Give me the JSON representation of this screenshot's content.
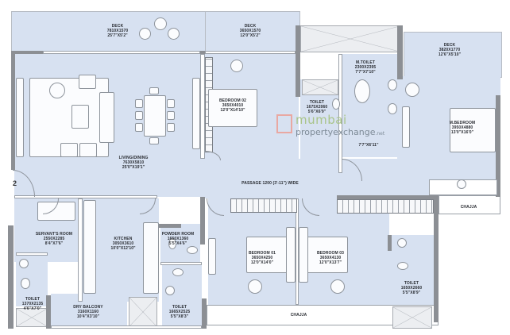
{
  "plan": {
    "marker": "2",
    "watermark": {
      "line1": "mumbai",
      "line2": "propertyexchange",
      "suffix": ".net",
      "accent_color": "#e9a8a2",
      "green": "#a9c48a"
    },
    "rooms": {
      "deck_left": {
        "name": "DECK",
        "metric": "7810X1570",
        "imperial": "25'7\"X5'2\""
      },
      "deck_mid": {
        "name": "DECK",
        "metric": "3650X1570",
        "imperial": "12'0\"X5'2\""
      },
      "deck_right": {
        "name": "DECK",
        "metric": "3820X1770",
        "imperial": "12'6\"X5'10\""
      },
      "living": {
        "name": "LIVING/DINING",
        "metric": "7630X5810",
        "imperial": "25'0\"X19'1\""
      },
      "bedroom2": {
        "name": "BEDROOM 02",
        "metric": "3650X4010",
        "imperial": "12'0\"X14'10\""
      },
      "toilet_top": {
        "name": "TOILET",
        "metric": "1675X2060",
        "imperial": "5'6\"X6'9\""
      },
      "mtoilet": {
        "name": "M.TOILET",
        "metric": "2300X2395",
        "imperial": "7'7\"X7'10\""
      },
      "dress": {
        "name": "",
        "metric": "",
        "imperial": "7'7\"X6'11\""
      },
      "mbedroom": {
        "name": "M.BEDROOM",
        "metric": "3950X4880",
        "imperial": "13'0\"X16'0\""
      },
      "passage": {
        "name": "PASSAGE 1200 (3'-11\") WIDE"
      },
      "servants": {
        "name": "SERVANT'S ROOM",
        "metric": "2550X2285",
        "imperial": "8'4\"X7'6\""
      },
      "kitchen": {
        "name": "KITCHEN",
        "metric": "3050X3610",
        "imperial": "10'0\"X12'10\""
      },
      "powder": {
        "name": "POWDER ROOM",
        "metric": "1650X1360",
        "imperial": "5'5\"X4'6\""
      },
      "bedroom1": {
        "name": "BEDROOM 01",
        "metric": "3650X4250",
        "imperial": "12'0\"X14'0\""
      },
      "bedroom3": {
        "name": "BEDROOM 03",
        "metric": "3650X4130",
        "imperial": "12'0\"X13'7\""
      },
      "toilet_sv": {
        "name": "TOILET",
        "metric": "1370X2135",
        "imperial": "4'6\"X7'0\""
      },
      "dry_balcony": {
        "name": "DRY BALCONY",
        "metric": "3160X1160",
        "imperial": "10'4\"X3'10\""
      },
      "toilet_pw": {
        "name": "TOILET",
        "metric": "1665X2525",
        "imperial": "5'5\"X8'3\""
      },
      "toilet_br": {
        "name": "TOILET",
        "metric": "1650X2660",
        "imperial": "5'5\"X8'9\""
      },
      "chajja_bottom": {
        "name": "CHAJJA"
      },
      "chajja_right": {
        "name": "CHAJJA"
      }
    }
  }
}
